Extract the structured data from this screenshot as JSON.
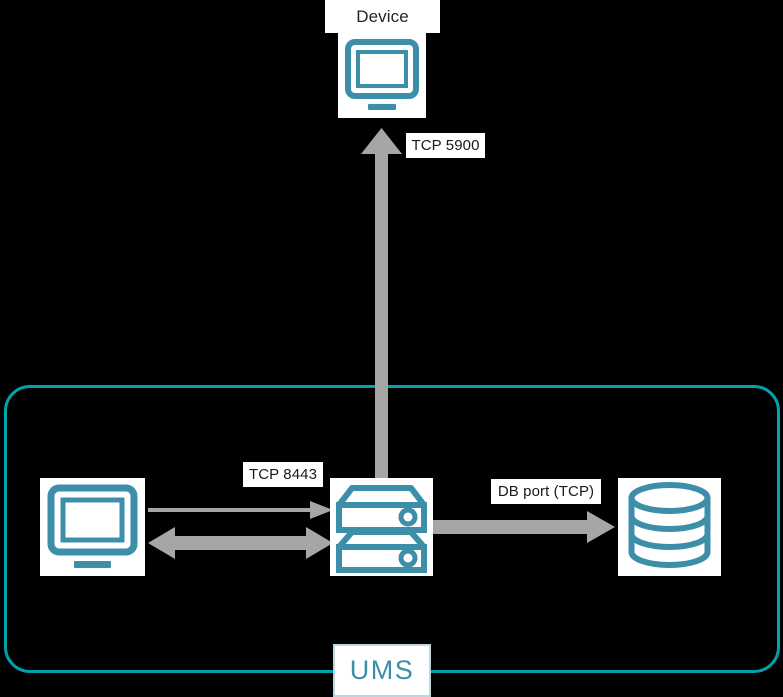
{
  "diagram": {
    "title": "UMS connectivity diagram",
    "background_color": "#000000",
    "accent_teal": "#00a3ac",
    "icon_teal": "#3d8ea9",
    "arrow_gray": "#a6a6a6",
    "label_bg": "#ffffff",
    "label_text_color": "#1a1a1a"
  },
  "nodes": {
    "device": {
      "label": "Device",
      "icon": "monitor-icon",
      "position": "top-center"
    },
    "client": {
      "label": "",
      "icon": "monitor-icon",
      "position": "bottom-left"
    },
    "server": {
      "label": "",
      "icon": "server-icon",
      "position": "bottom-center"
    },
    "database": {
      "label": "",
      "icon": "database-icon",
      "position": "bottom-right"
    }
  },
  "connections": [
    {
      "id": "server-to-device",
      "label": "TCP 5900",
      "from": "server",
      "to": "device",
      "direction": "up",
      "style": "thick",
      "color": "#a6a6a6"
    },
    {
      "id": "client-to-server-thin",
      "label": "TCP 8443",
      "from": "client",
      "to": "server",
      "direction": "right",
      "style": "thin",
      "color": "#a6a6a6"
    },
    {
      "id": "client-server-bidirectional",
      "label": "",
      "from": "client",
      "to": "server",
      "direction": "both",
      "style": "thick",
      "color": "#a6a6a6"
    },
    {
      "id": "server-to-database",
      "label": "DB port (TCP)",
      "from": "server",
      "to": "database",
      "direction": "right",
      "style": "thick",
      "color": "#a6a6a6"
    }
  ],
  "group": {
    "name": "UMS",
    "border_color": "#00a3ac",
    "tag_text_color": "#3d8ea9",
    "tag_border_color": "#bcd6e0"
  }
}
